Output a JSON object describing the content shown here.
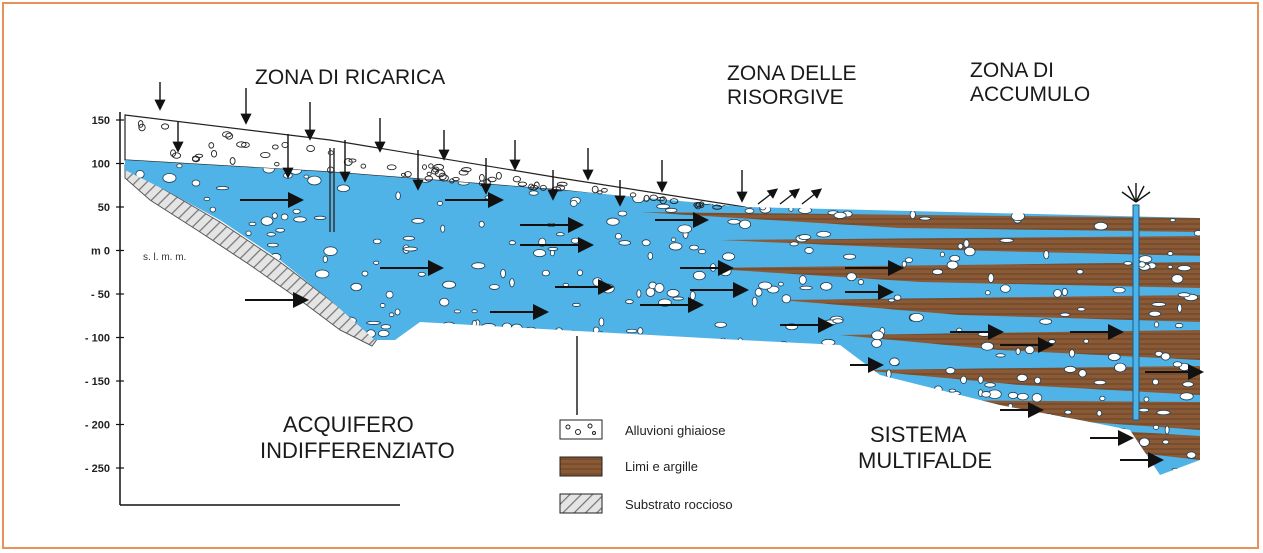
{
  "zones": {
    "ricarica": "ZONA DI RICARICA",
    "risorgive": [
      "ZONA DELLE",
      "RISORGIVE"
    ],
    "accumulo": [
      "ZONA DI",
      "ACCUMULO"
    ]
  },
  "labels": {
    "acquifero": [
      "ACQUIFERO",
      "INDIFFERENZIATO"
    ],
    "sistema": [
      "SISTEMA",
      "MULTIFALDE"
    ],
    "slm": "s. l. m. m."
  },
  "axis": {
    "ticks": [
      "150",
      "100",
      "50",
      "m 0",
      "- 50",
      "- 100",
      "- 150",
      "- 200",
      "- 250"
    ]
  },
  "legend": {
    "gravel": "Alluvioni ghiaiose",
    "clay": "Limi e argille",
    "rock": "Substrato roccioso"
  },
  "colors": {
    "water": "#4fb3e8",
    "clay": "#8a5a36",
    "rock": "#9a9a9a",
    "border": "#e8925a"
  }
}
